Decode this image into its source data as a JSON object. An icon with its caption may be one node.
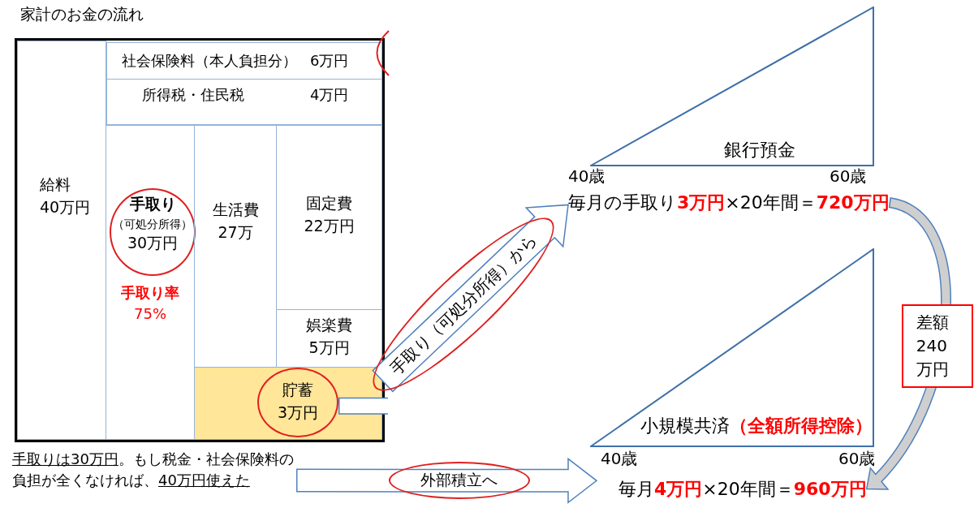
{
  "diagram": {
    "title": "家計のお金の流れ",
    "nodes": [
      {
        "text": [
          "給料",
          "40万円"
        ]
      },
      {
        "text": [
          "社会保険料（本人負担分）",
          "6万円"
        ]
      },
      {
        "text": [
          "所得税・住民税",
          "4万円"
        ]
      },
      {
        "text": [
          "手取り率",
          "75%"
        ]
      },
      {
        "text": [
          "手取り",
          "（可処分所得）",
          "30万円"
        ],
        "in": 3
      },
      {
        "text": [
          "生活費",
          "27万"
        ]
      },
      {
        "text": [
          "固定費",
          "22万円"
        ]
      },
      {
        "text": [
          "娯楽費",
          "5万円"
        ]
      },
      {
        "text": [],
        "shape": "box"
      },
      {
        "text": [
          "貯蓄",
          "3万円"
        ],
        "in": 8
      },
      {
        "text": [
          "*手取りは30万円*。もし税金・社会保険料の負担が全くなければ、*40万円使えた*"
        ]
      },
      {
        "text": [
          "銀行預金"
        ],
        "beside": [
          "40歳",
          "60歳"
        ]
      },
      {
        "text": [
          "毎月の手取り**3万円**×20年間＝**720万円**"
        ]
      },
      {
        "text": [
          "小規模共済**（全額所得控除）**"
        ],
        "beside": [
          "40歳",
          "60歳"
        ]
      },
      {
        "text": [
          "毎月**4万円**×20年間＝**960万円**"
        ]
      }
    ],
    "edges": [
      {
        "from": 8,
        "to": 12,
        "arrow": "to",
        "label": "手取り（可処分所得）から"
      },
      {
        "from": 9,
        "to": null,
        "arrow": "none"
      },
      {
        "from": 10,
        "to": 14,
        "arrow": "to",
        "label": "外部積立へ"
      },
      {
        "from": 12,
        "to": 14,
        "arrow": "to",
        "label": "差額240万円"
      }
    ]
  }
}
